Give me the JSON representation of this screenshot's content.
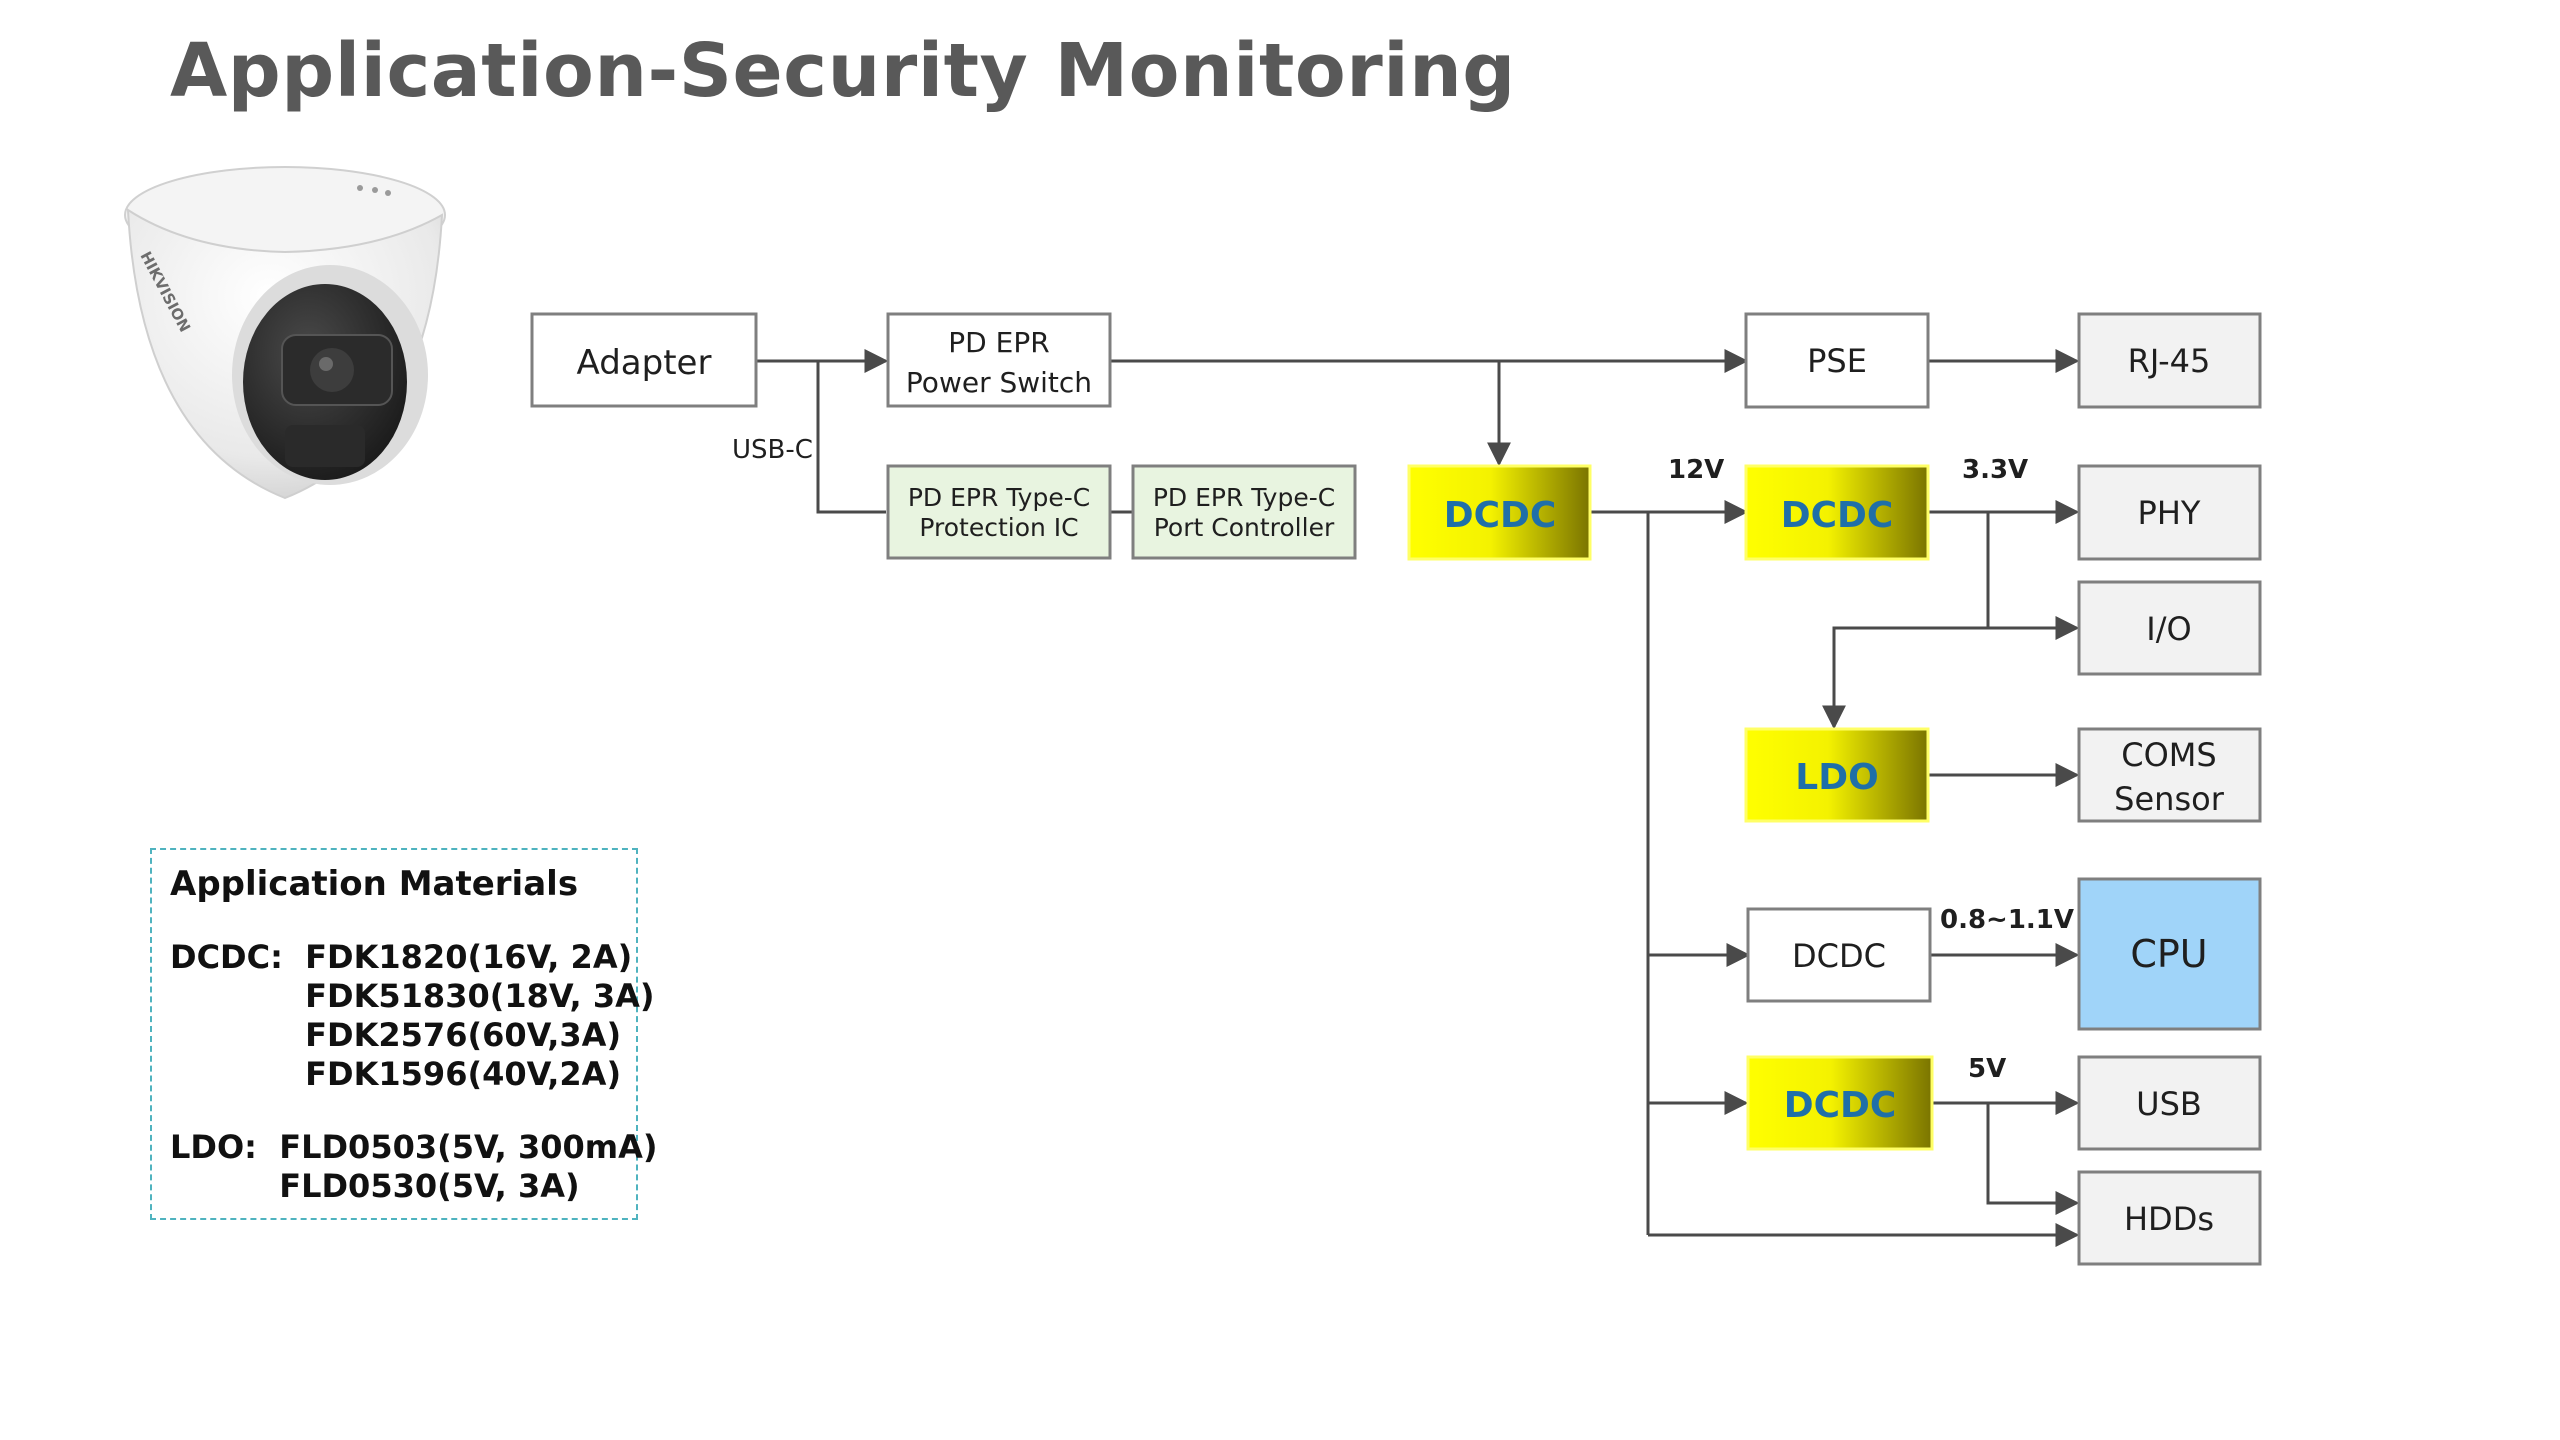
{
  "title": "Application-Security Monitoring",
  "camera": {
    "brand_text": "HIKVISION"
  },
  "blocks": {
    "adapter": "Adapter",
    "pd_switch_line1": "PD EPR",
    "pd_switch_line2": "Power Switch",
    "prot_line1": "PD EPR Type-C",
    "prot_line2": "Protection IC",
    "port_line1": "PD EPR Type-C",
    "port_line2": "Port Controller",
    "pse": "PSE",
    "rj45": "RJ-45",
    "dcdc_main": "DCDC",
    "dcdc_33": "DCDC",
    "phy": "PHY",
    "io": "I/O",
    "ldo": "LDO",
    "coms_line1": "COMS",
    "coms_line2": "Sensor",
    "dcdc_cpu": "DCDC",
    "cpu": "CPU",
    "dcdc_5v": "DCDC",
    "usb": "USB",
    "hdds": "HDDs"
  },
  "labels": {
    "usbc": "USB-C",
    "v12": "12V",
    "v33": "3.3V",
    "v_cpu": "0.8~1.1V",
    "v5": "5V"
  },
  "colors": {
    "yellow_fill": "#ffff00",
    "green_fill": "#e8f4e0",
    "cpu_fill": "#a0d4f9",
    "gray_fill": "#f2f2f2",
    "materials_border": "#4fb3bf"
  },
  "materials": {
    "heading": "Application Materials",
    "dcdc_prefix": "DCDC:  ",
    "dcdc_items": [
      "FDK1820(16V, 2A)",
      "FDK51830(18V, 3A)",
      "FDK2576(60V,3A)",
      "FDK1596(40V,2A)"
    ],
    "ldo_prefix": "LDO:  ",
    "ldo_items": [
      "FLD0503(5V, 300mA)",
      "FLD0530(5V, 3A)"
    ]
  }
}
